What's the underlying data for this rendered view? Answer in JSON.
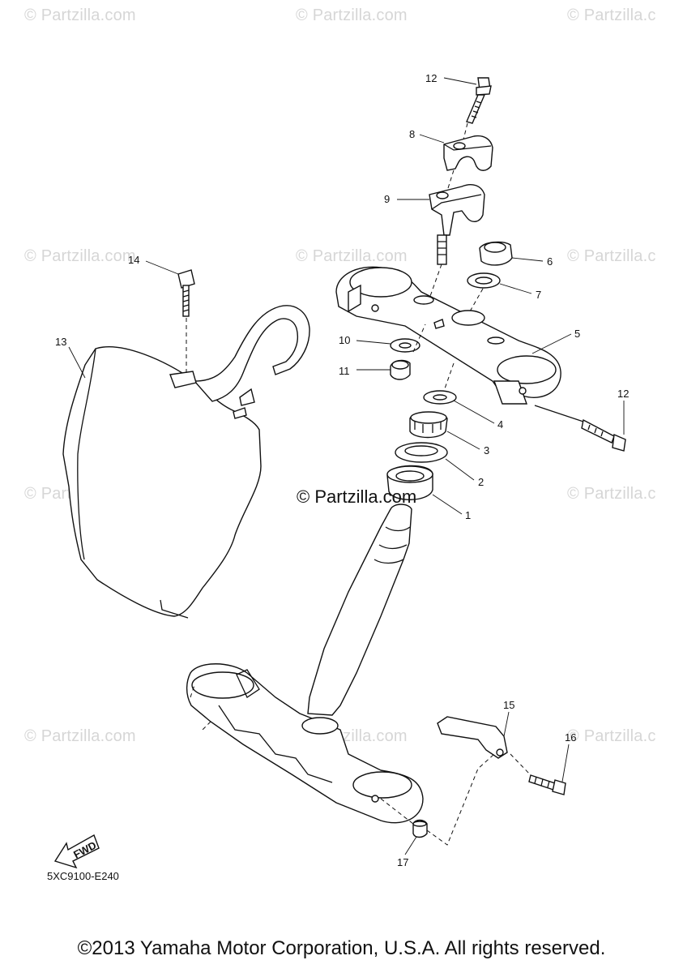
{
  "watermarks": [
    "© Partzilla.com",
    "© Partzilla.com",
    "© Partzilla.c",
    "© Partzilla.com",
    "© Partzilla.com",
    "© Partzilla.c",
    "© Partzilla.com",
    "© Partzilla.c",
    "© Partzilla.com",
    "© Partzilla.com",
    "© Partzilla.c"
  ],
  "center_watermark": "© Partzilla.com",
  "callouts": {
    "c1": "1",
    "c2": "2",
    "c3": "3",
    "c4": "4",
    "c5": "5",
    "c6": "6",
    "c7": "7",
    "c8": "8",
    "c9": "9",
    "c10": "10",
    "c11": "11",
    "c12a": "12",
    "c12b": "12",
    "c13": "13",
    "c14": "14",
    "c15": "15",
    "c16": "16",
    "c17": "17"
  },
  "fwd_label": "FWD",
  "diagram_code": "5XC9100-E240",
  "copyright": "©2013 Yamaha Motor Corporation, U.S.A. All rights reserved."
}
